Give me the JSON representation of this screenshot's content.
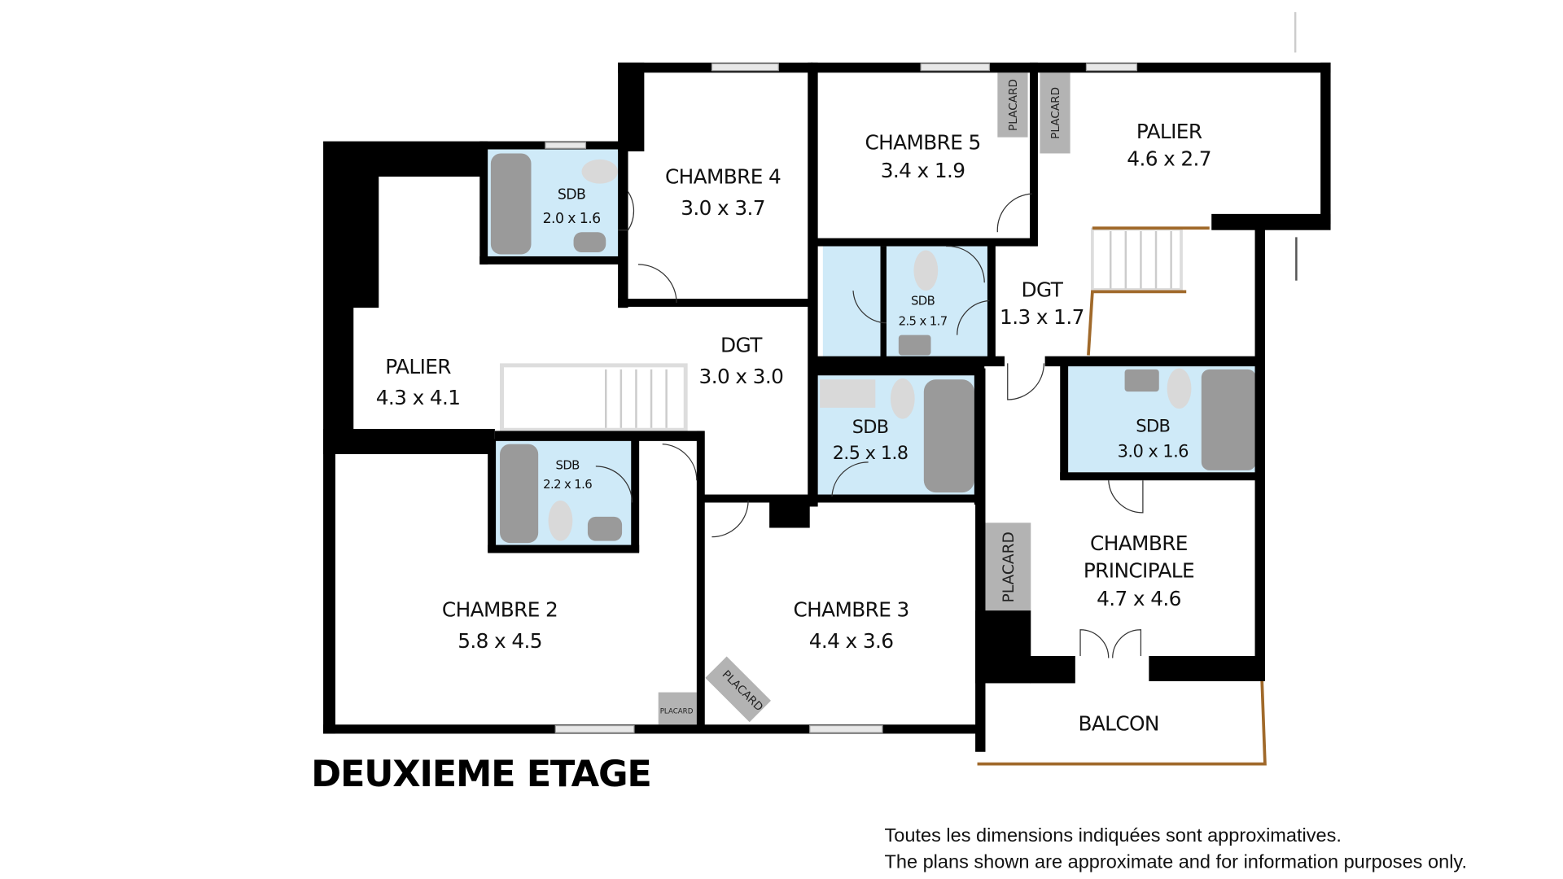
{
  "plan": {
    "title": "DEUXIEME ETAGE",
    "rooms": [
      {
        "name": "CHAMBRE 4",
        "dims": "3.0 x 3.7"
      },
      {
        "name": "CHAMBRE 5",
        "dims": "3.4 x 1.9"
      },
      {
        "name": "PALIER",
        "dims": "4.6 x 2.7"
      },
      {
        "name": "SDB",
        "dims": "2.0 x 1.6"
      },
      {
        "name": "SDB",
        "dims": "2.5 x 1.7"
      },
      {
        "name": "DGT",
        "dims": "1.3 x 1.7"
      },
      {
        "name": "PALIER",
        "dims": "4.3 x 4.1"
      },
      {
        "name": "DGT",
        "dims": "3.0 x 3.0"
      },
      {
        "name": "SDB",
        "dims": "2.5 x 1.8"
      },
      {
        "name": "SDB",
        "dims": "3.0 x 1.6"
      },
      {
        "name": "SDB",
        "dims": "2.2 x 1.6"
      },
      {
        "name": "CHAMBRE 2",
        "dims": "5.8 x 4.5"
      },
      {
        "name": "CHAMBRE 3",
        "dims": "4.4 x 3.6"
      },
      {
        "name": "CHAMBRE",
        "name2": "PRINCIPALE",
        "dims": "4.7 x 4.6"
      },
      {
        "name": "BALCON"
      }
    ],
    "placard_label": "PLACARD"
  },
  "disclaimer": {
    "fr": "Toutes les dimensions indiquées sont approximatives.",
    "en": "The plans shown are approximate and for information purposes only."
  },
  "colors": {
    "wall": "#000000",
    "bathroom": "#cfeaf8",
    "placard": "#b3b3b3",
    "balcony_rail": "#a0692a"
  }
}
